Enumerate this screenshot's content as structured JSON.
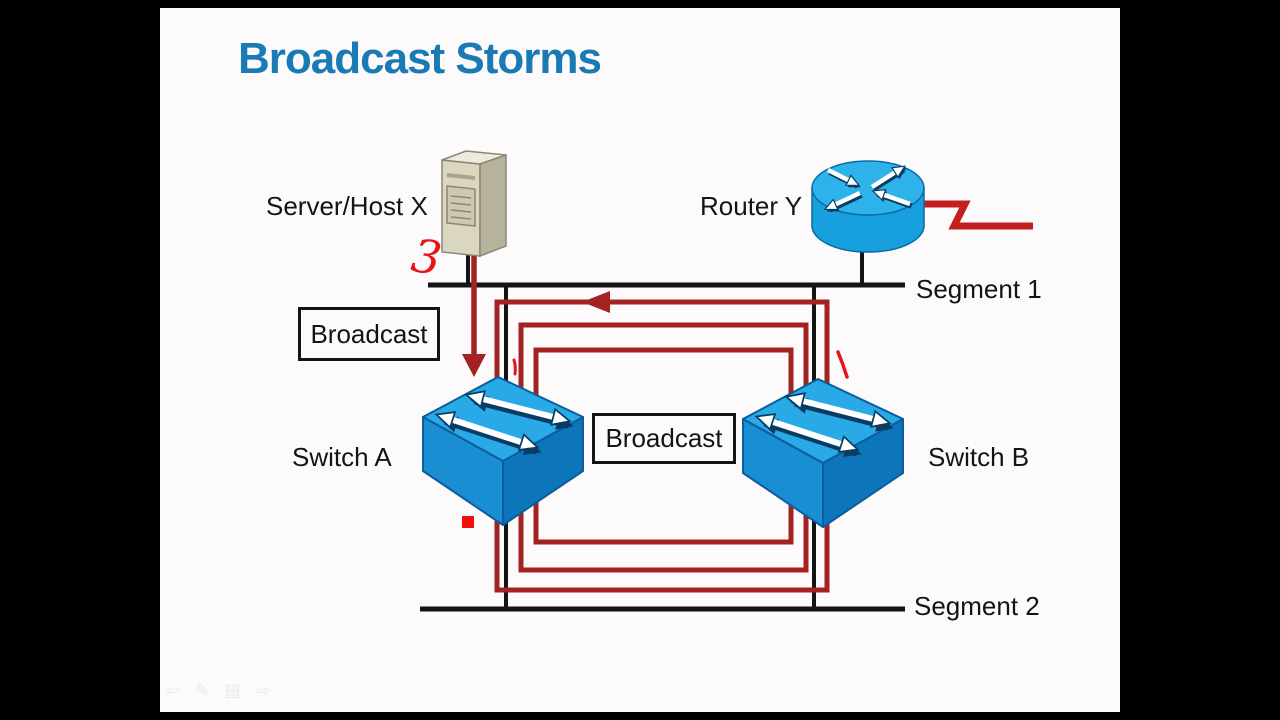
{
  "slide": {
    "title": "Broadcast Storms",
    "nodes": {
      "server": {
        "label": "Server/Host X",
        "icon": "server-tower-icon"
      },
      "router": {
        "label": "Router Y",
        "icon": "router-cylinder-icon"
      },
      "switch_a": {
        "label": "Switch A",
        "icon": "workgroup-switch-icon"
      },
      "switch_b": {
        "label": "Switch B",
        "icon": "workgroup-switch-icon"
      }
    },
    "segments": {
      "segment1": {
        "label": "Segment 1"
      },
      "segment2": {
        "label": "Segment 2"
      }
    },
    "broadcast_boxes": {
      "left": {
        "label": "Broadcast"
      },
      "center": {
        "label": "Broadcast"
      }
    },
    "annotations": {
      "digit": "3",
      "marks": [
        "backslash-stroke",
        "tick-stroke",
        "red-square-dot"
      ]
    },
    "colors": {
      "title_blue": "#1a7ab5",
      "loop_red": "#a32222",
      "wan_link_red": "#c41e1e",
      "annotation_red": "#e51515",
      "device_blue_top": "#29a9e6",
      "device_blue_left": "#1a8ed2",
      "device_blue_right": "#0d76ba",
      "line_black": "#141414",
      "slide_bg": "#fcfafa"
    }
  },
  "toolbar": {
    "glyphs": [
      "⇦",
      "✎",
      "▤",
      "⇨"
    ],
    "items": [
      "previous-slide",
      "pen-tool",
      "slide-menu",
      "next-slide"
    ]
  }
}
